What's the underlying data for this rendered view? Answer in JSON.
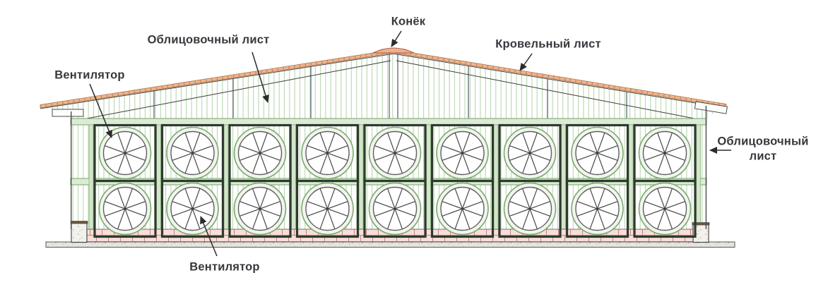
{
  "diagram": {
    "labels": {
      "ridge": "Конёк",
      "cladding_top": "Облицовочный лист",
      "roofing_sheet": "Кровельный лист",
      "fan_top": "Вентилятор",
      "cladding_right": "Облицовочный лист",
      "fan_bottom": "Вентилятор"
    },
    "fans": {
      "rows": 2,
      "columns": 9
    },
    "colors": {
      "cladding_stripe": "#b9d7ae",
      "cladding_accent": "#7aa96c",
      "fan_frame": "#2e3a2e",
      "roof_sheet": "#eeb58d",
      "roof_edge_tick": "#cf8757",
      "ridge_cap": "#eab290",
      "brick_fill": "#f7ded9",
      "brick_joint": "#c48484",
      "concrete": "#e6e4de",
      "label_text": "#37373d",
      "arrow": "#2b2b2b"
    }
  }
}
